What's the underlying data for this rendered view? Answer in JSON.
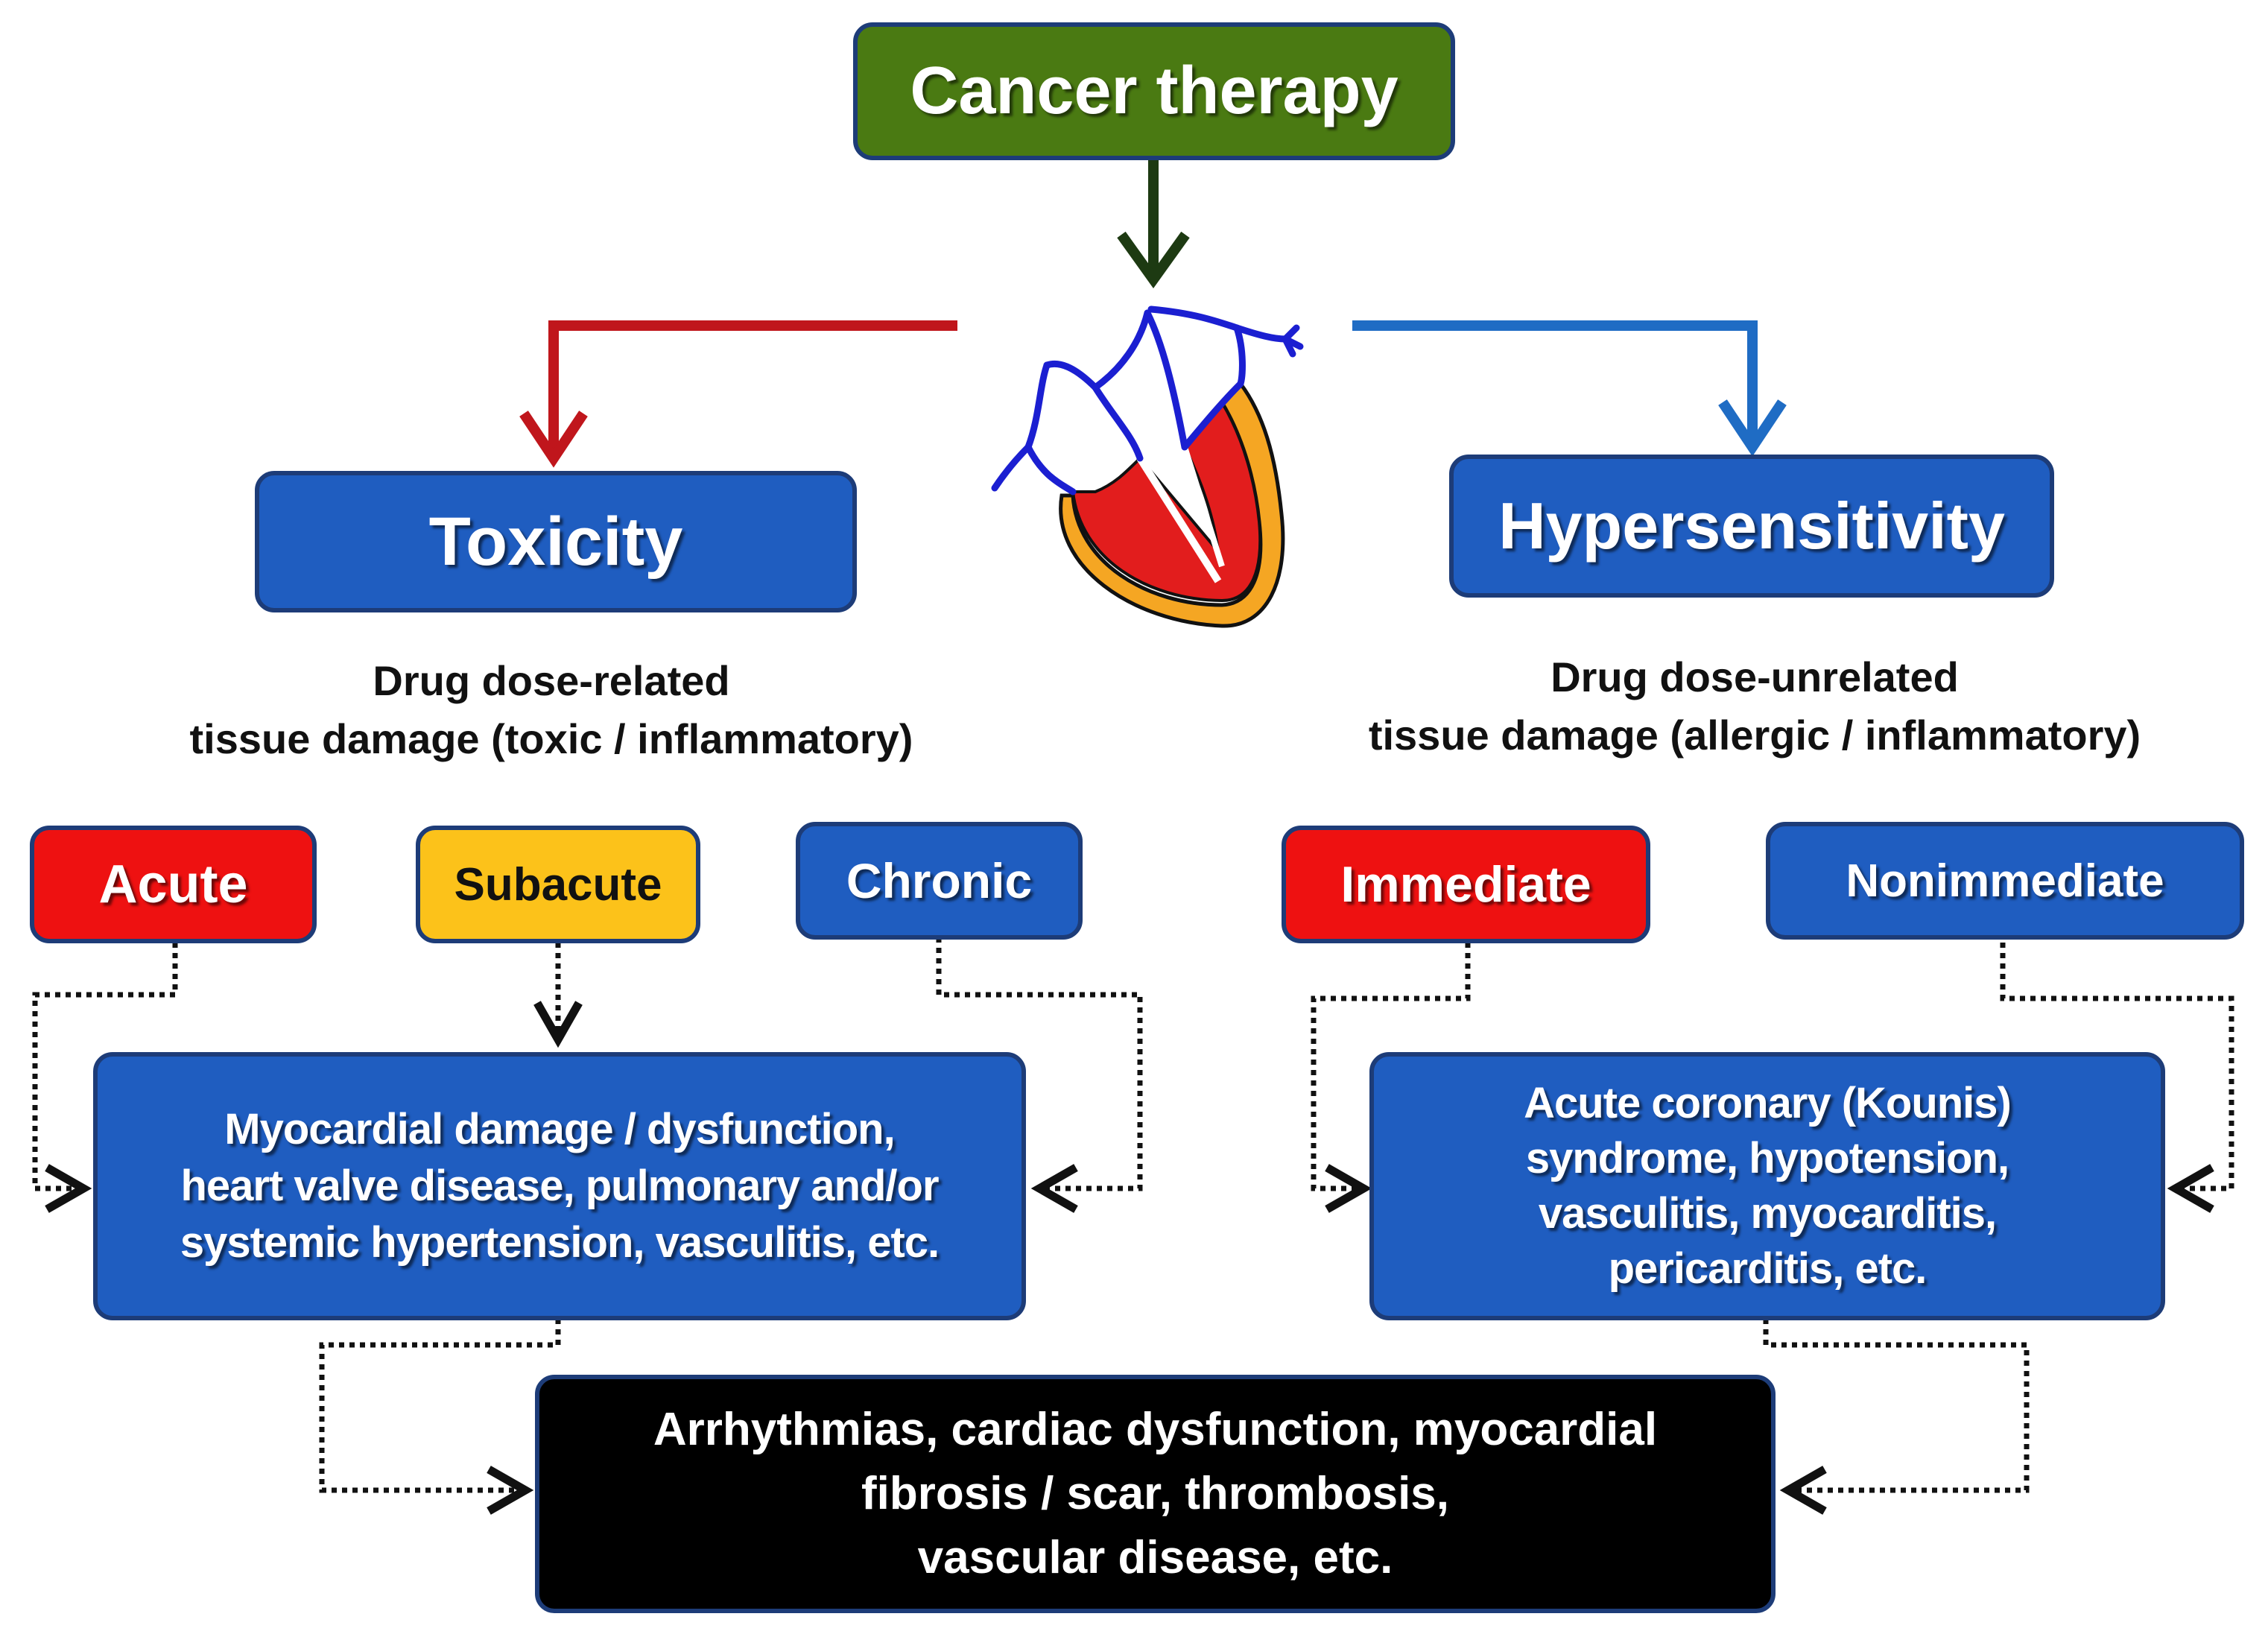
{
  "title": "Cancer therapy",
  "toxicity": {
    "label": "Toxicity",
    "desc_line1": "Drug dose-related",
    "desc_line2": "tissue damage (toxic / inflammatory)",
    "types": [
      "Acute",
      "Subacute",
      "Chronic"
    ],
    "outcome_lines": [
      "Myocardial damage / dysfunction,",
      "heart valve disease,  pulmonary and/or",
      "systemic hypertension, vasculitis, etc."
    ]
  },
  "hypersensitivity": {
    "label": "Hypersensitivity",
    "desc_line1": "Drug dose-unrelated",
    "desc_line2": "tissue damage (allergic / inflammatory)",
    "types": [
      "Immediate",
      "Nonimmediate"
    ],
    "outcome_lines": [
      "Acute coronary (Kounis)",
      "syndrome, hypotension,",
      "vasculitis, myocarditis,",
      "pericarditis, etc."
    ]
  },
  "common_outcome_lines": [
    "Arrhythmias,  cardiac dysfunction,  myocardial",
    "fibrosis  / scar, thrombosis,",
    "vascular disease, etc."
  ],
  "colors": {
    "title_fill": "#4a7a12",
    "box_blue": "#1f5dc0",
    "acute_red": "#ee1111",
    "subacute_yellow": "#fcc21a",
    "toxicity_arrow": "#c0161c",
    "hypersensitivity_arrow": "#1f6cc4",
    "therapy_arrow": "#1d3a12",
    "common_fill": "#000000"
  }
}
